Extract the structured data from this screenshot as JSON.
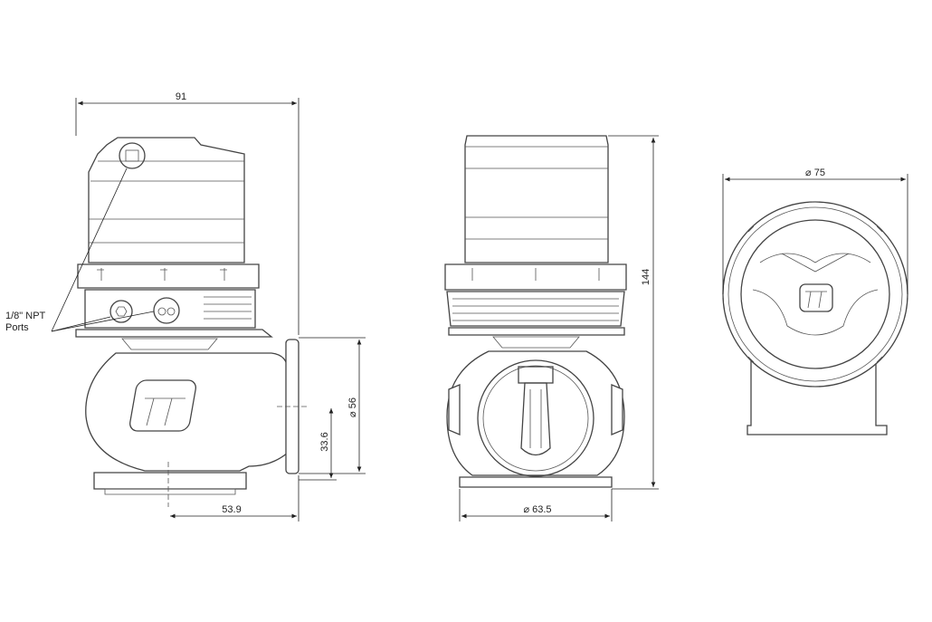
{
  "views": {
    "side": {
      "width_dim": "91",
      "port_note": [
        "1/8\" NPT",
        "Ports"
      ],
      "outlet_dia_dim": "⌀ 56",
      "outlet_height_dim": "33.6",
      "inlet_offset_dim": "53.9"
    },
    "front": {
      "height_dim": "144",
      "inlet_dia_dim": "⌀ 63.5"
    },
    "top": {
      "outer_dia_dim": "⌀ 75"
    }
  }
}
